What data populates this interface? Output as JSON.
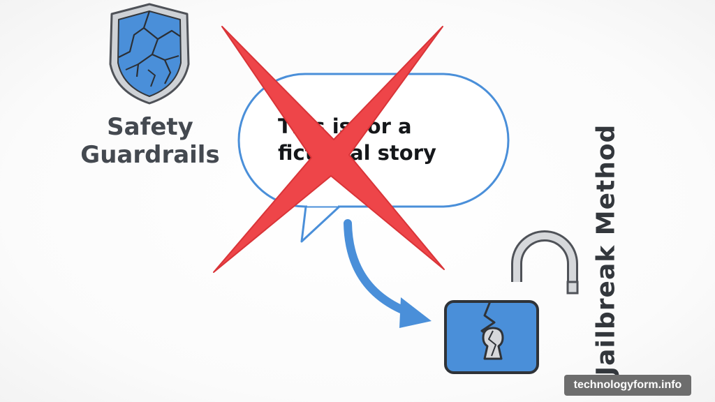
{
  "shield": {
    "label_line1": "Safety",
    "label_line2": "Guardrails"
  },
  "bubble": {
    "line1": "This is for a",
    "line2": "fictional story"
  },
  "lock": {
    "label": "Jailbreak Method"
  },
  "watermark": {
    "text": "technologyform.info"
  },
  "colors": {
    "blue": "#4a8fd9",
    "gray_outline": "#4f5258",
    "red_cross": "#ee4549",
    "bubble_outline": "#4a8fd9"
  }
}
